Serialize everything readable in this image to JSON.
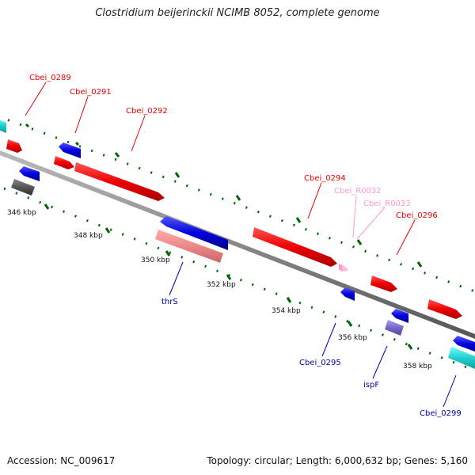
{
  "title": "Clostridium beijerinckii NCIMB 8052, complete genome",
  "footer": {
    "accession": "Accession: NC_009617",
    "topology": "Topology: circular; Length: 6,000,632 bp; Genes: 5,160"
  },
  "scale_ticks": [
    "346 kbp",
    "348 kbp",
    "350 kbp",
    "352 kbp",
    "354 kbp",
    "356 kbp",
    "358 kbp"
  ],
  "gene_labels_top": [
    "Cbei_0289",
    "Cbei_0291",
    "Cbei_0292",
    "Cbei_0294",
    "Cbei_R0032",
    "Cbei_R0033",
    "Cbei_0296"
  ],
  "gene_labels_bottom": [
    "thrS",
    "Cbei_0295",
    "ispF",
    "Cbei_0299"
  ],
  "colors": {
    "cds_forward": "#ee0000",
    "cds_reverse": "#0000dd",
    "trna": "#ff99cc",
    "highlight_rev": "#ee8888",
    "cyan_gene": "#22cccc",
    "grey_gene": "#555555",
    "purple_gene": "#7766cc",
    "backbone": "#888888",
    "tick": "#006600"
  }
}
